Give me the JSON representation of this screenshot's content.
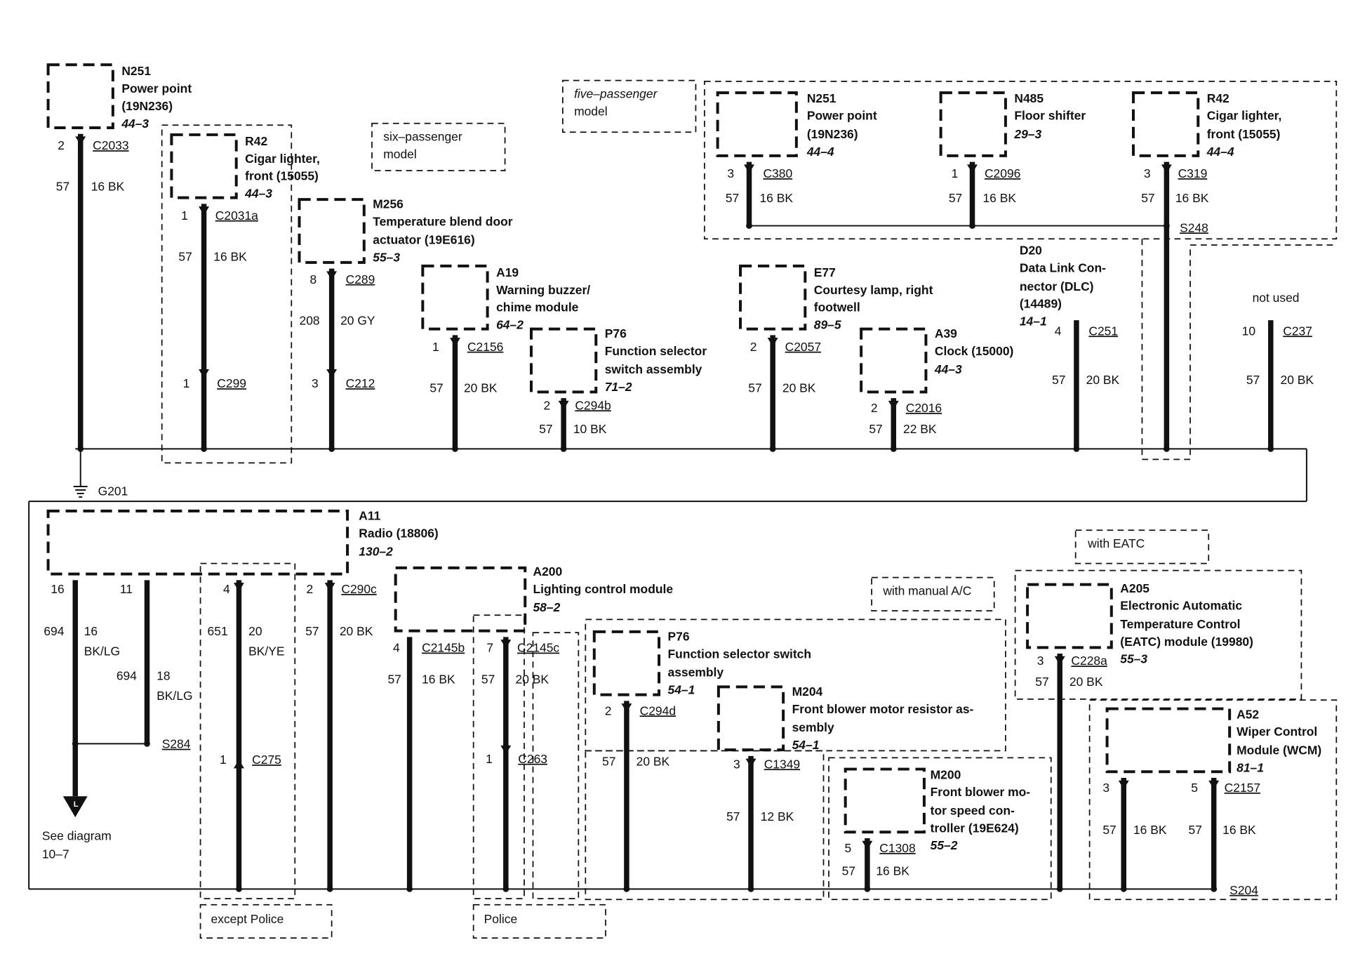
{
  "groups": {
    "six_passenger": [
      "six–passenger",
      "model"
    ],
    "five_passenger": [
      "five–passenger",
      "model"
    ],
    "with_eatc": "with EATC",
    "with_manual_ac": "with manual A/C",
    "except_police": "except Police",
    "police": "Police"
  },
  "components": {
    "n251_a": {
      "id": "N251",
      "desc": [
        "Power point",
        "(19N236)"
      ],
      "ref": "44–3"
    },
    "r42_a": {
      "id": "R42",
      "desc": [
        "Cigar lighter,",
        "front (15055)"
      ],
      "ref": "44–3"
    },
    "m256": {
      "id": "M256",
      "desc": [
        "Temperature blend door",
        "actuator (19E616)"
      ],
      "ref": "55–3"
    },
    "a19": {
      "id": "A19",
      "desc": [
        "Warning buzzer/",
        "chime module"
      ],
      "ref": "64–2"
    },
    "p76_a": {
      "id": "P76",
      "desc": [
        "Function selector",
        "switch assembly"
      ],
      "ref": "71–2"
    },
    "e77": {
      "id": "E77",
      "desc": [
        "Courtesy lamp, right",
        "footwell"
      ],
      "ref": "89–5"
    },
    "a39": {
      "id": "A39",
      "desc": [
        "Clock (15000)"
      ],
      "ref": "44–3"
    },
    "d20": {
      "id": "D20",
      "desc": [
        "Data Link Con-",
        "nector (DLC)",
        "(14489)"
      ],
      "ref": "14–1"
    },
    "n251_b": {
      "id": "N251",
      "desc": [
        "Power point",
        "(19N236)"
      ],
      "ref": "44–4"
    },
    "n485": {
      "id": "N485",
      "desc": [
        "Floor shifter"
      ],
      "ref": "29–3"
    },
    "r42_b": {
      "id": "R42",
      "desc": [
        "Cigar lighter,",
        "front (15055)"
      ],
      "ref": "44–4"
    },
    "a11": {
      "id": "A11",
      "desc": [
        "Radio (18806)"
      ],
      "ref": "130–2"
    },
    "a200": {
      "id": "A200",
      "desc": [
        "Lighting control module"
      ],
      "ref": "58–2"
    },
    "p76_b": {
      "id": "P76",
      "desc": [
        "Function selector switch",
        "assembly"
      ],
      "ref": "54–1"
    },
    "m204": {
      "id": "M204",
      "desc": [
        "Front blower motor resistor as-",
        "sembly"
      ],
      "ref": "54–1"
    },
    "m200": {
      "id": "M200",
      "desc": [
        "Front blower mo-",
        "tor speed con-",
        "troller (19E624)"
      ],
      "ref": "55–2"
    },
    "a205": {
      "id": "A205",
      "desc": [
        "Electronic Automatic",
        "Temperature Control",
        "(EATC) module (19980)"
      ],
      "ref": "55–3"
    },
    "a52": {
      "id": "A52",
      "desc": [
        "Wiper Control",
        "Module (WCM)"
      ],
      "ref": "81–1"
    }
  },
  "connectors": {
    "c2033": {
      "pin": "2",
      "name": "C2033"
    },
    "c2031a": {
      "pin": "1",
      "name": "C2031a"
    },
    "c299": {
      "pin": "1",
      "name": "C299"
    },
    "c289": {
      "pin": "8",
      "name": "C289"
    },
    "c212": {
      "pin": "3",
      "name": "C212"
    },
    "c2156": {
      "pin": "1",
      "name": "C2156"
    },
    "c294b": {
      "pin": "2",
      "name": "C294b"
    },
    "c2057": {
      "pin": "2",
      "name": "C2057"
    },
    "c2016": {
      "pin": "2",
      "name": "C2016"
    },
    "c251": {
      "pin": "4",
      "name": "C251"
    },
    "c380": {
      "pin": "3",
      "name": "C380"
    },
    "c2096": {
      "pin": "1",
      "name": "C2096"
    },
    "c319": {
      "pin": "3",
      "name": "C319"
    },
    "c237": {
      "pin": "10",
      "name": "C237"
    },
    "c290c": {
      "pin": "2",
      "name": "C290c"
    },
    "c275": {
      "pin": "1",
      "name": "C275"
    },
    "c2145b": {
      "pin": "4",
      "name": "C2145b"
    },
    "c2145c": {
      "pin": "7",
      "name": "C2145c"
    },
    "c263": {
      "pin": "1",
      "name": "C263"
    },
    "c294d": {
      "pin": "2",
      "name": "C294d"
    },
    "c1349": {
      "pin": "3",
      "name": "C1349"
    },
    "c1308": {
      "pin": "5",
      "name": "C1308"
    },
    "c228a": {
      "pin": "3",
      "name": "C228a"
    },
    "c2157": {
      "pin": "5",
      "name": "C2157"
    }
  },
  "pins": {
    "a11_16": "16",
    "a11_11": "11",
    "a11_4": "4",
    "a52_3": "3"
  },
  "wires": {
    "n251a": {
      "circuit": "57",
      "gauge": "16 BK"
    },
    "r42a": {
      "circuit": "57",
      "gauge": "16 BK"
    },
    "m256": {
      "circuit": "208",
      "gauge": "20 GY"
    },
    "a19": {
      "circuit": "57",
      "gauge": "20 BK"
    },
    "p76a": {
      "circuit": "57",
      "gauge": "10 BK"
    },
    "e77": {
      "circuit": "57",
      "gauge": "20 BK"
    },
    "a39": {
      "circuit": "57",
      "gauge": "22 BK"
    },
    "d20": {
      "circuit": "57",
      "gauge": "20 BK"
    },
    "n251b": {
      "circuit": "57",
      "gauge": "16 BK"
    },
    "n485": {
      "circuit": "57",
      "gauge": "16 BK"
    },
    "r42b": {
      "circuit": "57",
      "gauge": "16 BK"
    },
    "c237": {
      "circuit": "57",
      "gauge": "20 BK"
    },
    "a11_16": {
      "circuit": "694",
      "gauge": [
        "16",
        "BK/LG"
      ]
    },
    "a11_11": {
      "circuit": "694",
      "gauge": [
        "18",
        "BK/LG"
      ]
    },
    "a11_4": {
      "circuit": "651",
      "gauge": [
        "20",
        "BK/YE"
      ]
    },
    "a11_2": {
      "circuit": "57",
      "gauge": "20 BK"
    },
    "a200_4": {
      "circuit": "57",
      "gauge": "16 BK"
    },
    "a200_7": {
      "circuit": "57",
      "gauge": "20 BK"
    },
    "p76b": {
      "circuit": "57",
      "gauge": "20 BK"
    },
    "m204": {
      "circuit": "57",
      "gauge": "12 BK"
    },
    "m200": {
      "circuit": "57",
      "gauge": "16 BK"
    },
    "a205": {
      "circuit": "57",
      "gauge": "20 BK"
    },
    "a52_3": {
      "circuit": "57",
      "gauge": "16 BK"
    },
    "a52_5": {
      "circuit": "57",
      "gauge": "16 BK"
    }
  },
  "splices": {
    "s248": "S248",
    "s284": "S284",
    "s204": "S204"
  },
  "ground": "G201",
  "not_used": "not used",
  "see_diagram": [
    "See diagram",
    "10–7"
  ]
}
